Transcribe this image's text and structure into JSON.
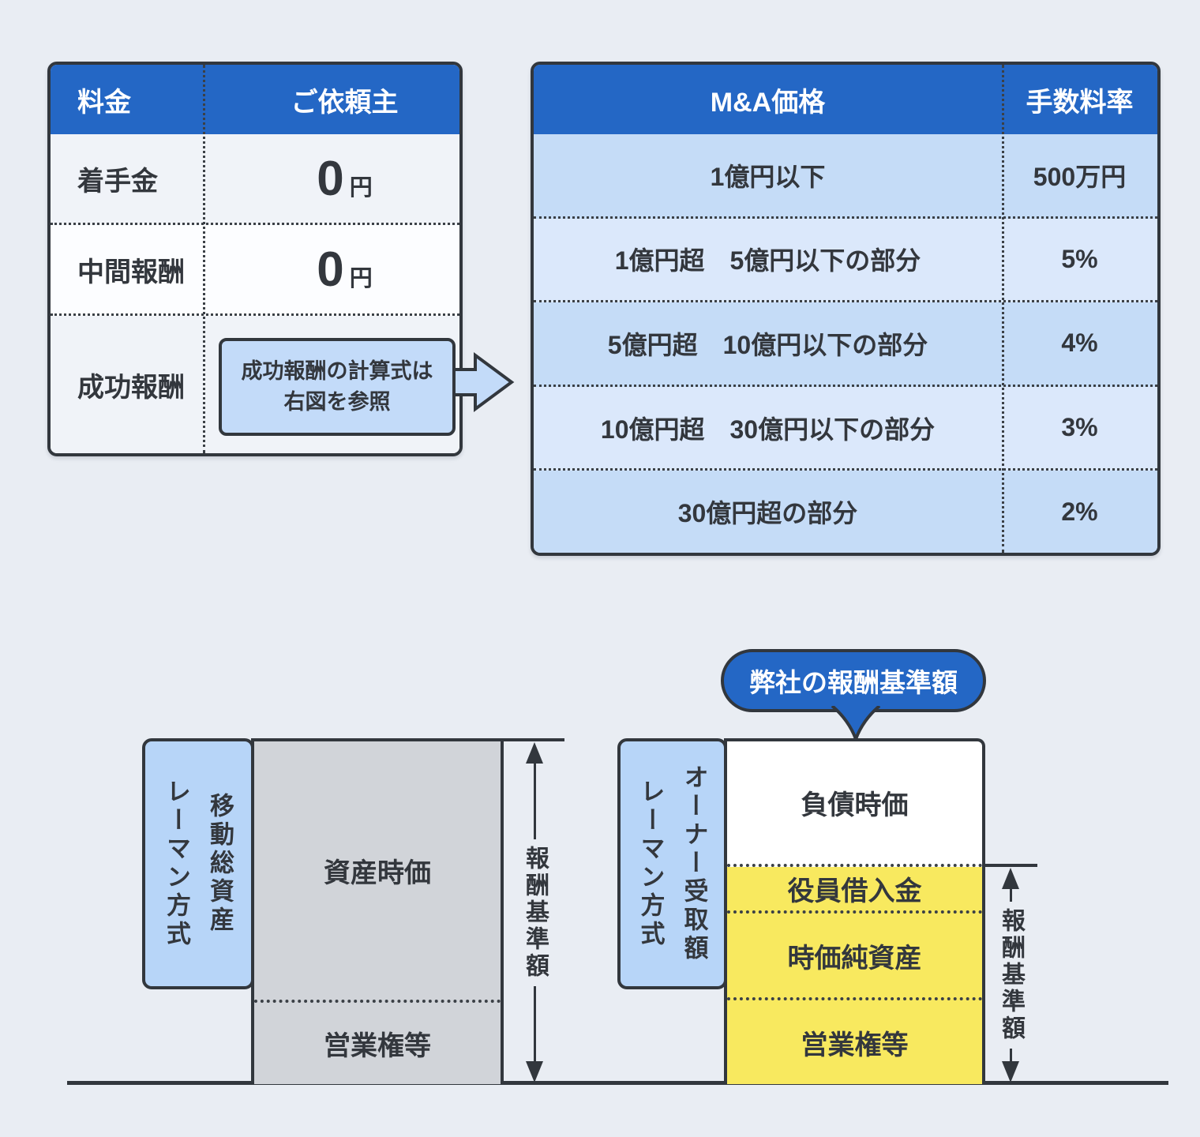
{
  "colors": {
    "page_bg": "#e9edf3",
    "accent_blue": "#2467c5",
    "light_blue": "#c3dbf9",
    "row_blue_dark": "#c5dcf7",
    "row_blue_light": "#dbe8fb",
    "bar_gray": "#d1d4d9",
    "bar_yellow": "#f8e95f",
    "line_dark": "#32373d"
  },
  "fee_table": {
    "headers": {
      "fee": "料金",
      "client": "ご依頼主"
    },
    "rows": [
      {
        "label": "着手金",
        "value": "0",
        "unit": "円"
      },
      {
        "label": "中間報酬",
        "value": "0",
        "unit": "円"
      },
      {
        "label": "成功報酬"
      }
    ],
    "callout": {
      "line1": "成功報酬の計算式は",
      "line2": "右図を参照"
    }
  },
  "rate_table": {
    "headers": {
      "price": "M&A価格",
      "rate": "手数料率"
    },
    "rows": [
      {
        "range": "1億円以下",
        "rate": "500万円"
      },
      {
        "range": "1億円超　5億円以下の部分",
        "rate": "5%"
      },
      {
        "range": "5億円超　10億円以下の部分",
        "rate": "4%"
      },
      {
        "range": "10億円超　30億円以下の部分",
        "rate": "3%"
      },
      {
        "range": "30億円超の部分",
        "rate": "2%"
      }
    ]
  },
  "diagram_left": {
    "method_line1": "移動総資産",
    "method_line2": "レーマン方式",
    "sections": [
      {
        "label": "資産時価"
      },
      {
        "label": "営業権等"
      }
    ],
    "measure_label": "報酬基準額"
  },
  "diagram_right": {
    "bubble_label": "弊社の報酬基準額",
    "method_line1": "オーナー受取額",
    "method_line2": "レーマン方式",
    "sections": [
      {
        "label": "負債時価"
      },
      {
        "label": "役員借入金"
      },
      {
        "label": "時価純資産"
      },
      {
        "label": "営業権等"
      }
    ],
    "measure_label": "報酬基準額"
  }
}
